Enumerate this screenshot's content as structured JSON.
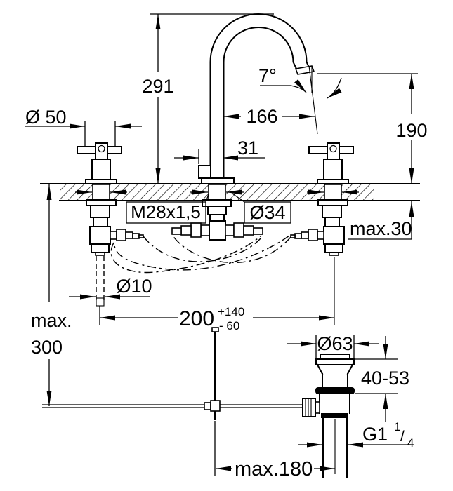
{
  "drawing": {
    "title": "three-hole-basin-mixer-dimension-drawing",
    "background_color": "#ffffff",
    "line_color": "#000000",
    "labels": {
      "height_291": "291",
      "handle_diameter": "Ø 50",
      "spout_angle": "7°",
      "spout_reach": "166",
      "spout_base_width": "31",
      "spout_height": "190",
      "mounting_thread": "M28x1,5",
      "hole_diameter": "Ø34",
      "deck_thickness": "max.30",
      "hose_diameter": "Ø10",
      "hole_spacing": "200",
      "hole_spacing_tol_plus": "+140",
      "hole_spacing_tol_minus": "- 60",
      "rod_length_word": "max.",
      "rod_length_value": "300",
      "waste_flange_diameter": "Ø63",
      "basin_thickness": "40-53",
      "waste_thread_g": "G1",
      "waste_thread_num": "1",
      "waste_thread_slash": "/",
      "waste_thread_den": "4",
      "rod_offset": "max.180"
    }
  }
}
